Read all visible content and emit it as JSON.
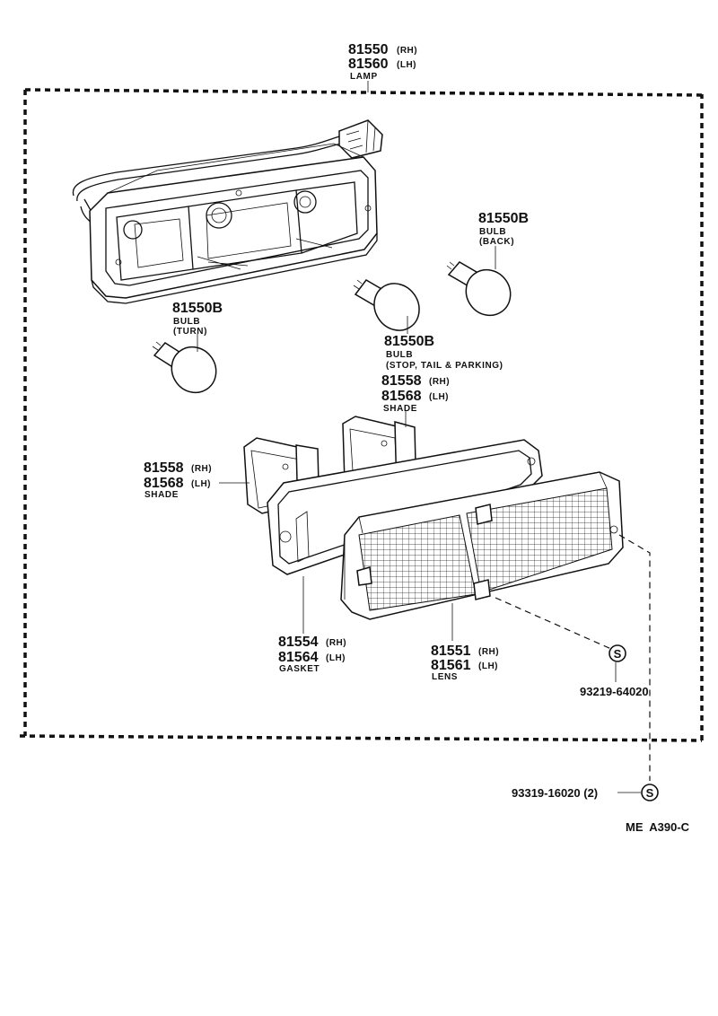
{
  "lamp": {
    "pn_rh": "81550",
    "sfx_rh": "(RH)",
    "pn_lh": "81560",
    "sfx_lh": "(LH)",
    "caption": "LAMP"
  },
  "bulb_back": {
    "pn": "81550B",
    "caption": "BULB",
    "note": "(BACK)"
  },
  "bulb_turn": {
    "pn": "81550B",
    "caption": "BULB",
    "note": "(TURN)"
  },
  "bulb_stop": {
    "pn": "81550B",
    "caption": "BULB",
    "note": "(STOP, TAIL & PARKING)"
  },
  "shade_upper": {
    "pn_rh": "81558",
    "sfx_rh": "(RH)",
    "pn_lh": "81568",
    "sfx_lh": "(LH)",
    "caption": "SHADE"
  },
  "shade_left": {
    "pn_rh": "81558",
    "sfx_rh": "(RH)",
    "pn_lh": "81568",
    "sfx_lh": "(LH)",
    "caption": "SHADE"
  },
  "gasket": {
    "pn_rh": "81554",
    "sfx_rh": "(RH)",
    "pn_lh": "81564",
    "sfx_lh": "(LH)",
    "caption": "GASKET"
  },
  "lens": {
    "pn_rh": "81551",
    "sfx_rh": "(RH)",
    "pn_lh": "81561",
    "sfx_lh": "(LH)",
    "caption": "LENS"
  },
  "screw_inner": {
    "symbol": "S",
    "pn": "93219-64020"
  },
  "screw_outer": {
    "symbol": "S",
    "pn": "93319-16020 (2)"
  },
  "diagram_code": "ME  A390-C"
}
